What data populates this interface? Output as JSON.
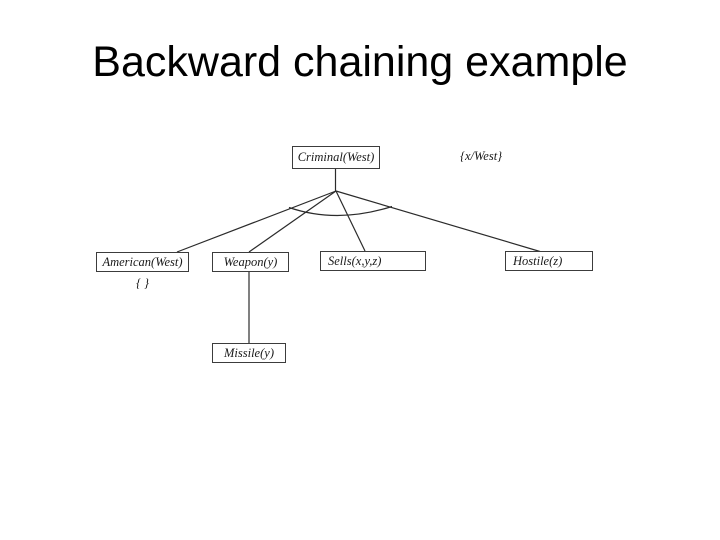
{
  "slide": {
    "title": "Backward chaining example",
    "diagram": {
      "nodes": {
        "criminal": "Criminal(West)",
        "american": "American(West)",
        "weapon": "Weapon(y)",
        "sells": "Sells(x,y,z)",
        "hostile": "Hostile(z)",
        "missile": "Missile(y)"
      },
      "substitutions": {
        "root": "{x/West}",
        "american": "{ }"
      },
      "edges": [
        "criminal-american",
        "criminal-weapon",
        "criminal-sells",
        "criminal-hostile",
        "weapon-missile"
      ],
      "and_arc": "arc-across-child-edges"
    },
    "colors": {
      "background": "#ffffff",
      "title_text": "#000000",
      "node_text": "#1a1a1a",
      "node_border": "#3c3c3c",
      "edge_line": "#2b2b2b"
    }
  }
}
